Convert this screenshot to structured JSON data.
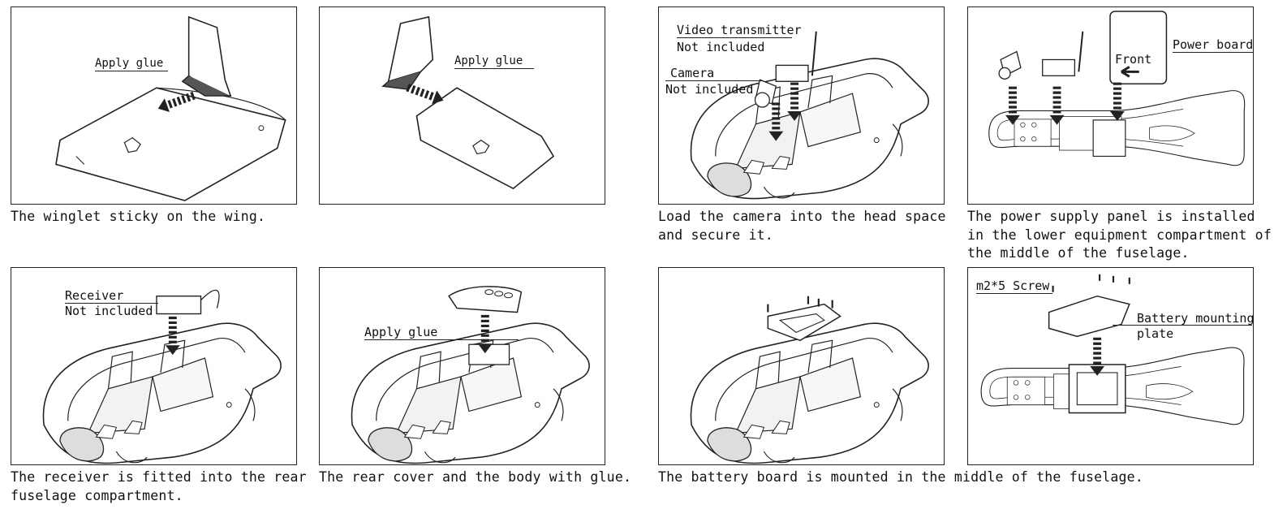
{
  "steps": [
    {
      "caption": "The winglet sticky on the wing.",
      "labels": {
        "apply_glue": "Apply glue"
      }
    },
    {
      "caption": "",
      "labels": {
        "apply_glue": "Apply glue"
      }
    },
    {
      "caption": "Load the camera into the head space\nand secure it.",
      "labels": {
        "video_tx": "Video transmitter",
        "video_tx_note": "Not included",
        "camera": "Camera",
        "camera_note": "Not included"
      }
    },
    {
      "caption": "The power supply panel is installed\nin the lower equipment compartment of\nthe middle of the fuselage.",
      "labels": {
        "power_board": "Power board",
        "front": "Front"
      }
    },
    {
      "caption": "The receiver is fitted into the rear\nfuselage compartment.",
      "labels": {
        "receiver": "Receiver",
        "receiver_note": "Not included"
      }
    },
    {
      "caption": "The rear cover and the body with glue.",
      "labels": {
        "apply_glue": "Apply glue"
      }
    },
    {
      "caption": "The battery board is mounted in the middle of the fuselage.",
      "labels": {}
    },
    {
      "caption": "",
      "labels": {
        "screw": "m2*5 Screw",
        "battery_mount": "Battery mounting",
        "battery_mount_2": "plate"
      }
    }
  ]
}
